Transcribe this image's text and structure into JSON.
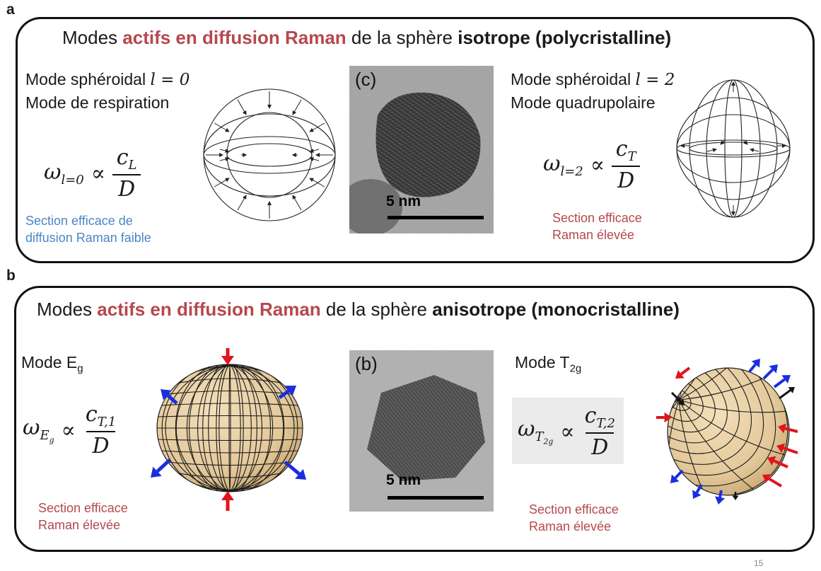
{
  "panel_a": {
    "letter": "a",
    "title": {
      "prefix": "Modes",
      "highlight": "actifs en diffusion Raman",
      "middle": "de la sphère",
      "bold": "isotrope (polycristalline)"
    },
    "left": {
      "mode_line1_text": "Mode sphéroidal",
      "mode_line1_math": "l = 0",
      "mode_line2": "Mode de respiration",
      "formula": {
        "lhs": "ω",
        "lhs_sub": "l=0",
        "prop": "∝",
        "num": "c",
        "num_sub": "L",
        "den": "D"
      },
      "note_line1": "Section efficace de",
      "note_line2": "diffusion Raman faible",
      "note_color": "#4a86c8"
    },
    "center": {
      "label": "(c)",
      "scale": "5 nm"
    },
    "right": {
      "mode_line1_text": "Mode sphéroidal",
      "mode_line1_math": "l = 2",
      "mode_line2": "Mode quadrupolaire",
      "formula": {
        "lhs": "ω",
        "lhs_sub": "l=2",
        "prop": "∝",
        "num": "c",
        "num_sub": "T",
        "den": "D"
      },
      "note_line1": "Section efficace",
      "note_line2": "Raman élevée",
      "note_color": "#b5484d"
    }
  },
  "panel_b": {
    "letter": "b",
    "title": {
      "prefix": "Modes",
      "highlight": "actifs en diffusion Raman",
      "middle": "de la sphère",
      "bold": "anisotrope (monocristalline)"
    },
    "left": {
      "mode_text": "Mode E",
      "mode_sub": "g",
      "formula": {
        "lhs": "ω",
        "lhs_sub": "E",
        "lhs_subsub": "g",
        "prop": "∝",
        "num": "c",
        "num_sub": "T,1",
        "den": "D"
      },
      "note_line1": "Section efficace",
      "note_line2": "Raman élevée",
      "note_color": "#b5484d"
    },
    "center": {
      "label": "(b)",
      "scale": "5 nm"
    },
    "right": {
      "mode_text": "Mode T",
      "mode_sub": "2g",
      "formula": {
        "lhs": "ω",
        "lhs_sub": "T",
        "lhs_subsub": "2g",
        "prop": "∝",
        "num": "c",
        "num_sub": "T,2",
        "den": "D"
      },
      "note_line1": "Section efficace",
      "note_line2": "Raman élevée",
      "note_color": "#b5484d"
    }
  },
  "colors": {
    "highlight": "#b5484d",
    "blue_note": "#4a86c8",
    "sphere_fill": "#e3c89a",
    "arrow_red": "#e0141e",
    "arrow_blue": "#1a2ee0"
  },
  "slide_number": "15"
}
